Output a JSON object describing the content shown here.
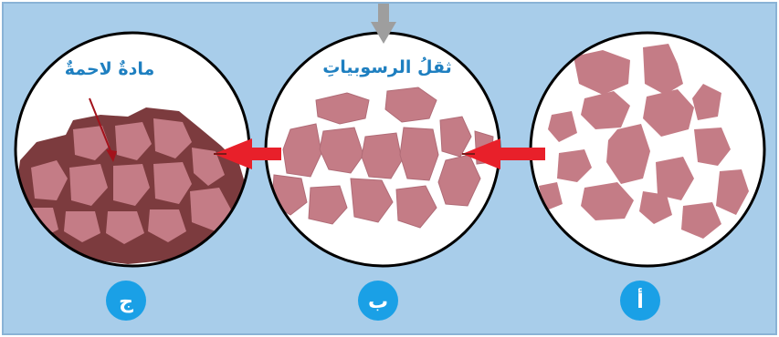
{
  "colors": {
    "background": "#a8cdea",
    "border": "#8ab3d6",
    "circle_fill": "#ffffff",
    "circle_stroke": "#000000",
    "grain": "#c47c86",
    "grain_edge": "#b06c77",
    "cement": "#7c3b3e",
    "arrow_red": "#e8202a",
    "down_arrow": "#9e9e9e",
    "badge": "#1aa0e6",
    "label_blue": "#1e7fc0"
  },
  "stages": [
    {
      "id": "a",
      "badge": "أ",
      "label": ""
    },
    {
      "id": "b",
      "badge": "ب",
      "label": "ثقلُ الرسوبياتِ"
    },
    {
      "id": "c",
      "badge": "ج",
      "label": "مادةٌ لاحمةٌ"
    }
  ],
  "icons": {
    "process_arrow": "left-arrow-icon",
    "pressure_arrow": "down-arrow-icon",
    "pointer": "pointer-arrow-icon"
  }
}
